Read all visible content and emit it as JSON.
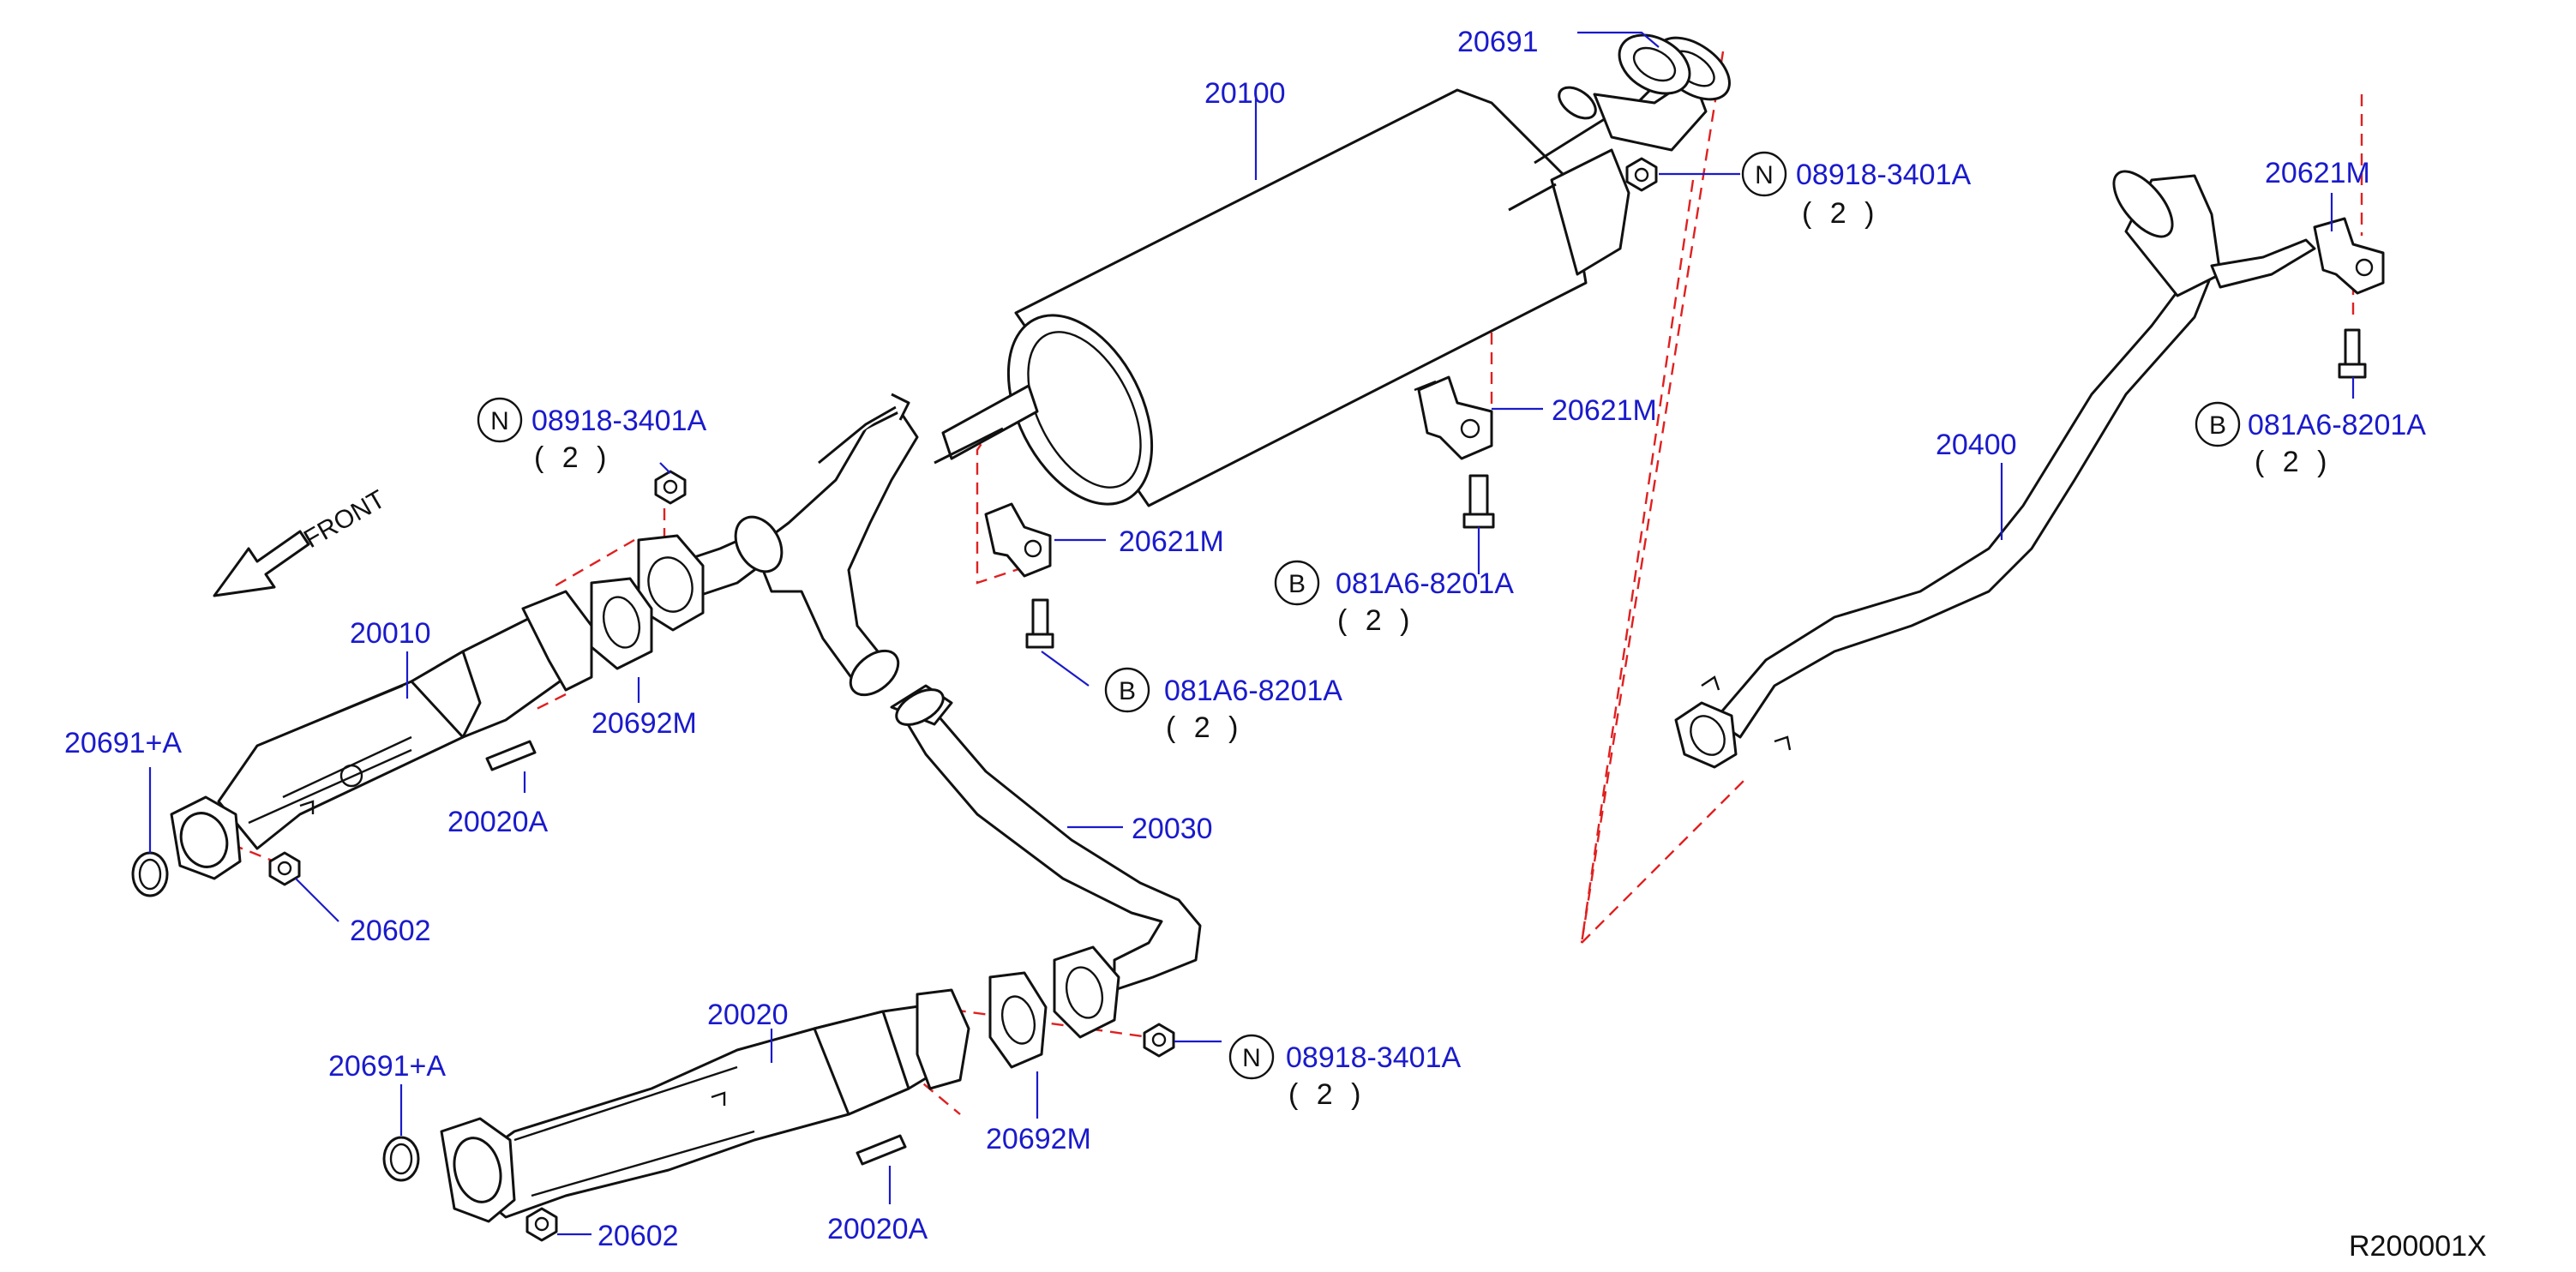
{
  "diagram": {
    "direction_label": "FRONT",
    "reference_code": "R200001X",
    "parts": {
      "p20691": "20691",
      "p20100": "20100",
      "nut_top_code": "08918-3401A",
      "nut_top_qty": "( 2 )",
      "p20621m_right": "20621M",
      "bolt_right_code": "081A6-8201A",
      "bolt_right_qty": "( 2 )",
      "p20400": "20400",
      "p20621m_mid": "20621M",
      "bolt_mid_code": "081A6-8201A",
      "bolt_mid_qty": "( 2 )",
      "nut_left_code": "08918-3401A",
      "nut_left_qty": "( 2 )",
      "p20621m_left": "20621M",
      "bolt_left_code": "081A6-8201A",
      "bolt_left_qty": "( 2 )",
      "p20010": "20010",
      "p20692m_upper": "20692M",
      "p20691a_upper": "20691+A",
      "p20020a_upper": "20020A",
      "p20602_upper": "20602",
      "p20030": "20030",
      "p20020": "20020",
      "p20691a_lower": "20691+A",
      "p20692m_lower": "20692M",
      "nut_bottom_code": "08918-3401A",
      "nut_bottom_qty": "( 2 )",
      "p20020a_lower": "20020A",
      "p20602_lower": "20602"
    },
    "symbols": {
      "nut": "N",
      "bolt": "B"
    }
  },
  "colors": {
    "callout": "#1a1acc",
    "dashed_guide": "#e02020",
    "line": "#111111"
  }
}
